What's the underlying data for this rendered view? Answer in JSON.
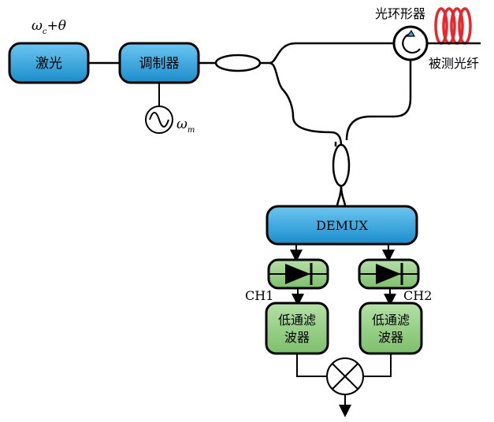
{
  "labels": {
    "carrier_omega": "ω",
    "carrier_sub": "c",
    "carrier_plus_theta": "+θ",
    "laser": "激光",
    "modulator": "调制器",
    "rf_omega": "ω",
    "rf_sub": "m",
    "circulator": "光环形器",
    "fiber_under_test": "被测光纤",
    "demux": "DEMUX",
    "ch1": "CH1",
    "ch2": "CH2",
    "lpf1_line1": "低通滤",
    "lpf1_line2": "波器",
    "lpf2_line1": "低通滤",
    "lpf2_line2": "波器"
  },
  "colors": {
    "blue_block": "#2b9fd9",
    "green_block": "#8cc97a",
    "fiber_coil": "#e8262b",
    "line": "#000000"
  },
  "icons": {
    "rf_source": "sine-wave-source-icon",
    "circulator": "circulator-icon",
    "photodiode": "photodiode-icon",
    "mixer": "mixer-icon",
    "fiber_coil": "fiber-coil-icon"
  }
}
